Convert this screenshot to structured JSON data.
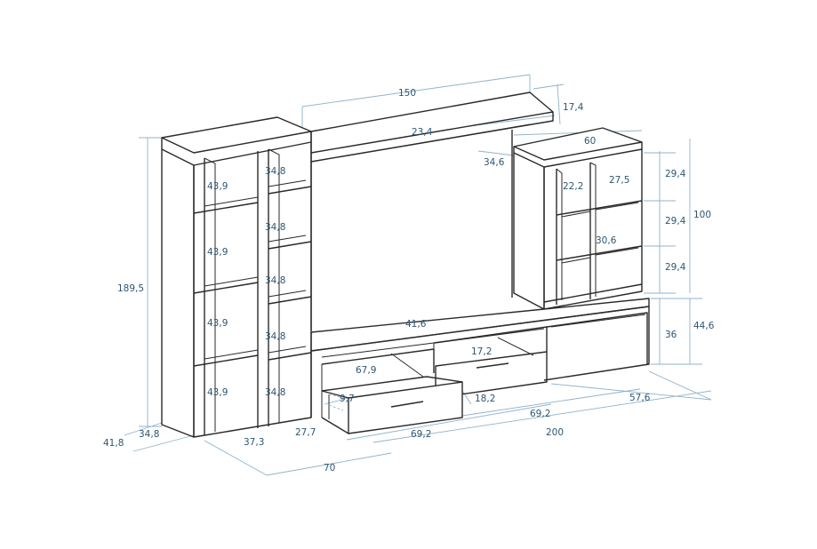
{
  "dimensions": {
    "top_beam_width": "150",
    "top_beam_height": "17,4",
    "top_beam_depth": "23,4",
    "right_unit_width": "60",
    "right_unit_depth": "34,6",
    "right_cell_width_left": "22,2",
    "right_cell_width_right": "27,5",
    "right_row_height_1": "29,4",
    "right_row_height_2": "29,4",
    "right_row_height_3": "29,4",
    "right_unit_height": "100",
    "right_inner_cell": "30,6",
    "base_height_inner": "36",
    "base_height_outer": "44,6",
    "left_tower_height": "189,5",
    "left_col_1": "43,9",
    "left_col_2": "43,9",
    "left_col_3": "43,9",
    "left_col_4": "43,9",
    "narrow_col_1": "34,8",
    "narrow_col_2": "34,8",
    "narrow_col_3": "34,8",
    "narrow_col_4": "34,8",
    "narrow_col_5": "34,8",
    "tv_opening_width": "41,6",
    "drawer_inner_depth": "17,2",
    "drawer_left_width": "67,9",
    "drawer_front_depth": "9,7",
    "drawer_front_height": "18,2",
    "base_section_width": "69,2",
    "base_right_width": "57,6",
    "base_total_width": "200",
    "drawer_width_bottom": "69,2",
    "left_tower_depth_inner": "34,8",
    "left_tower_depth_outer": "41,8",
    "left_tower_width": "37,3",
    "narrow_tower_width": "27,7",
    "left_total_width": "70"
  }
}
